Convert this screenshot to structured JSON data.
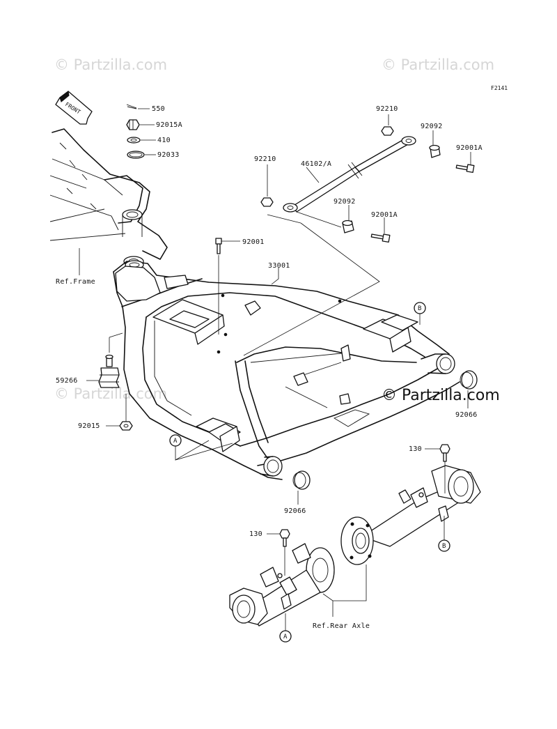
{
  "watermarks": [
    "© Partzilla.com",
    "© Partzilla.com",
    "© Partzilla.com",
    "© Partzilla.com"
  ],
  "brand_watermark": "© Partzilla.com",
  "figure_code": "F2141",
  "front_arrow": "FRONT",
  "labels": {
    "p550": "550",
    "p92015A": "92015A",
    "p410": "410",
    "p92033": "92033",
    "p92210_top": "92210",
    "p92092_top": "92092",
    "p92001A_top": "92001A",
    "p46102A": "46102/A",
    "p92210_mid": "92210",
    "p92092_mid": "92092",
    "p92001A_mid": "92001A",
    "p92001": "92001",
    "p33001": "33001",
    "ref_frame": "Ref.Frame",
    "p59266": "59266",
    "p92015": "92015",
    "p92066_right": "92066",
    "p92066_bottom": "92066",
    "p130_right": "130",
    "p130_left": "130",
    "ref_rear_axle": "Ref.Rear Axle"
  },
  "callouts": {
    "A_left": "A",
    "B_top": "B",
    "B_right": "B",
    "A_bottom": "A"
  }
}
